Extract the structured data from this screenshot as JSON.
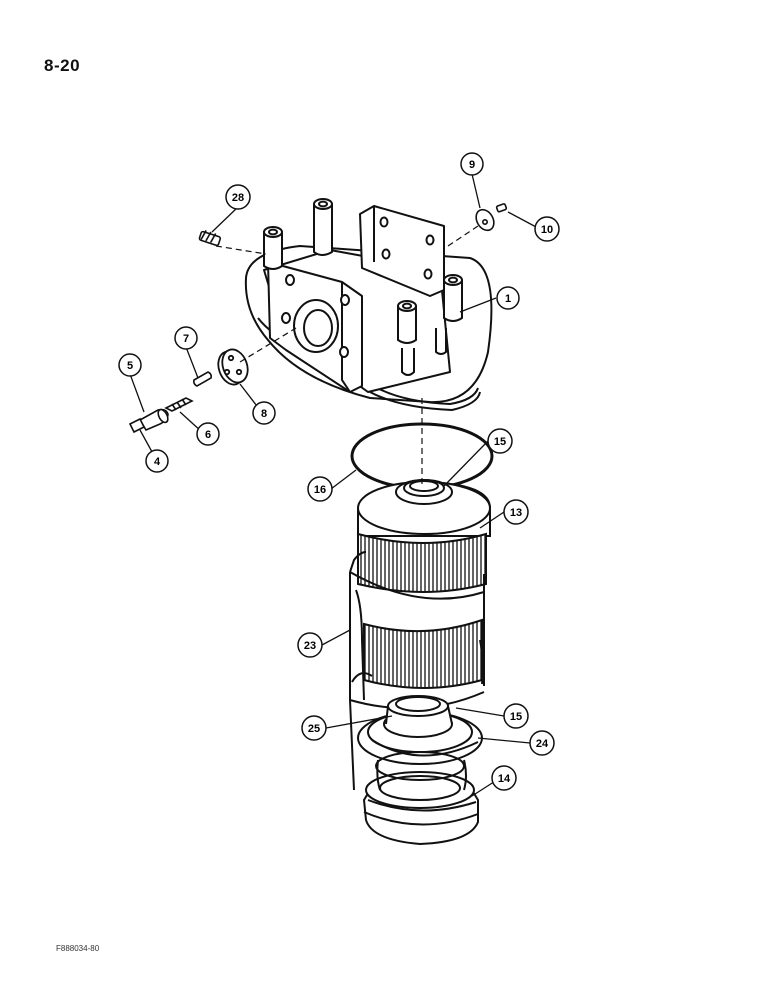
{
  "page": {
    "page_number": "8-20",
    "figure_code": "F888034-80"
  },
  "callouts": {
    "c1": "1",
    "c4": "4",
    "c5": "5",
    "c6": "6",
    "c7": "7",
    "c8": "8",
    "c9": "9",
    "c10": "10",
    "c13": "13",
    "c14": "14",
    "c15a": "15",
    "c15b": "15",
    "c16": "16",
    "c23": "23",
    "c24": "24",
    "c25": "25",
    "c28": "28"
  },
  "colors": {
    "ink": "#111111",
    "paper": "#ffffff"
  }
}
